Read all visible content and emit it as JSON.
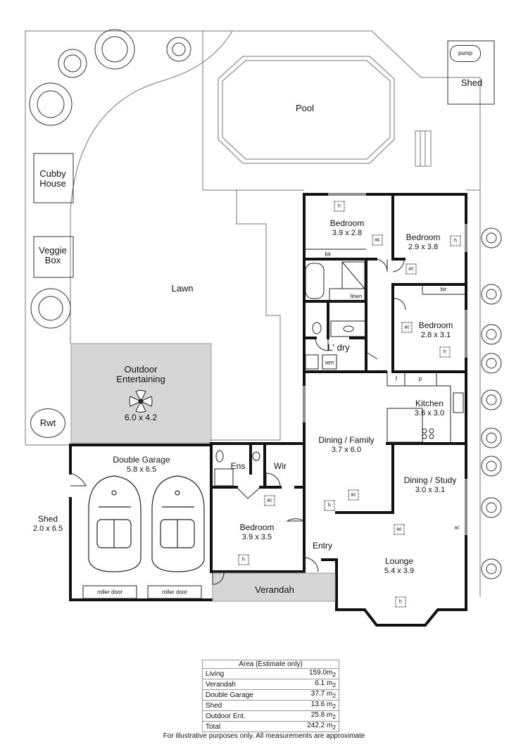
{
  "rooms": {
    "pool": "Pool",
    "shed_top": "Shed",
    "pump": "pump",
    "cubby": "Cubby House",
    "veggie": "Veggie Box",
    "lawn": "Lawn",
    "outdoor": {
      "name": "Outdoor Entertaining",
      "dim": "6.0 x 4.2"
    },
    "rwt": "Rwt",
    "bed1": {
      "name": "Bedroom",
      "dim": "3.9 x 2.8"
    },
    "bed2": {
      "name": "Bedroom",
      "dim": "2.9 x 3.8"
    },
    "bed3": {
      "name": "Bedroom",
      "dim": "2.8 x 3.1"
    },
    "bed4": {
      "name": "Bedroom",
      "dim": "3.9 x 3.5"
    },
    "laundry": "L' dry",
    "linen": "linen",
    "bir": "bir",
    "wm": "wm",
    "kitchen": {
      "name": "Kitchen",
      "dim": "3.6 x 3.0"
    },
    "dining_family": {
      "name": "Dining / Family",
      "dim": "3.7 x 6.0"
    },
    "dining_study": {
      "name": "Dining / Study",
      "dim": "3.0 x 3.1"
    },
    "lounge": {
      "name": "Lounge",
      "dim": "5.4 x 3.9"
    },
    "entry": "Entry",
    "verandah": "Verandah",
    "ens": "Ens",
    "wir": "Wir",
    "garage": {
      "name": "Double Garage",
      "dim": "5.8 x 6.5"
    },
    "shed_side": {
      "name": "Shed",
      "dim": "2.0 x 6.5"
    },
    "roller": "roller door",
    "fridge": "f",
    "pantry": "p"
  },
  "symbols": {
    "heater": "h",
    "ac": "ac"
  },
  "area_table": {
    "title": "Area (Estimate only)",
    "rows": [
      {
        "label": "Living",
        "value": "159.0m",
        "unit": "2"
      },
      {
        "label": "Verandah",
        "value": "6.1 m",
        "unit": "2"
      },
      {
        "label": "Double Garage",
        "value": "37.7 m",
        "unit": "2"
      },
      {
        "label": "Shed",
        "value": "13.6 m",
        "unit": "2"
      },
      {
        "label": "Outdoor Ent.",
        "value": "25.8 m",
        "unit": "2"
      },
      {
        "label": "Total",
        "value": "242.2 m",
        "unit": "2"
      }
    ]
  },
  "footer": "For illustrative purposes only. All measurements are approximate"
}
